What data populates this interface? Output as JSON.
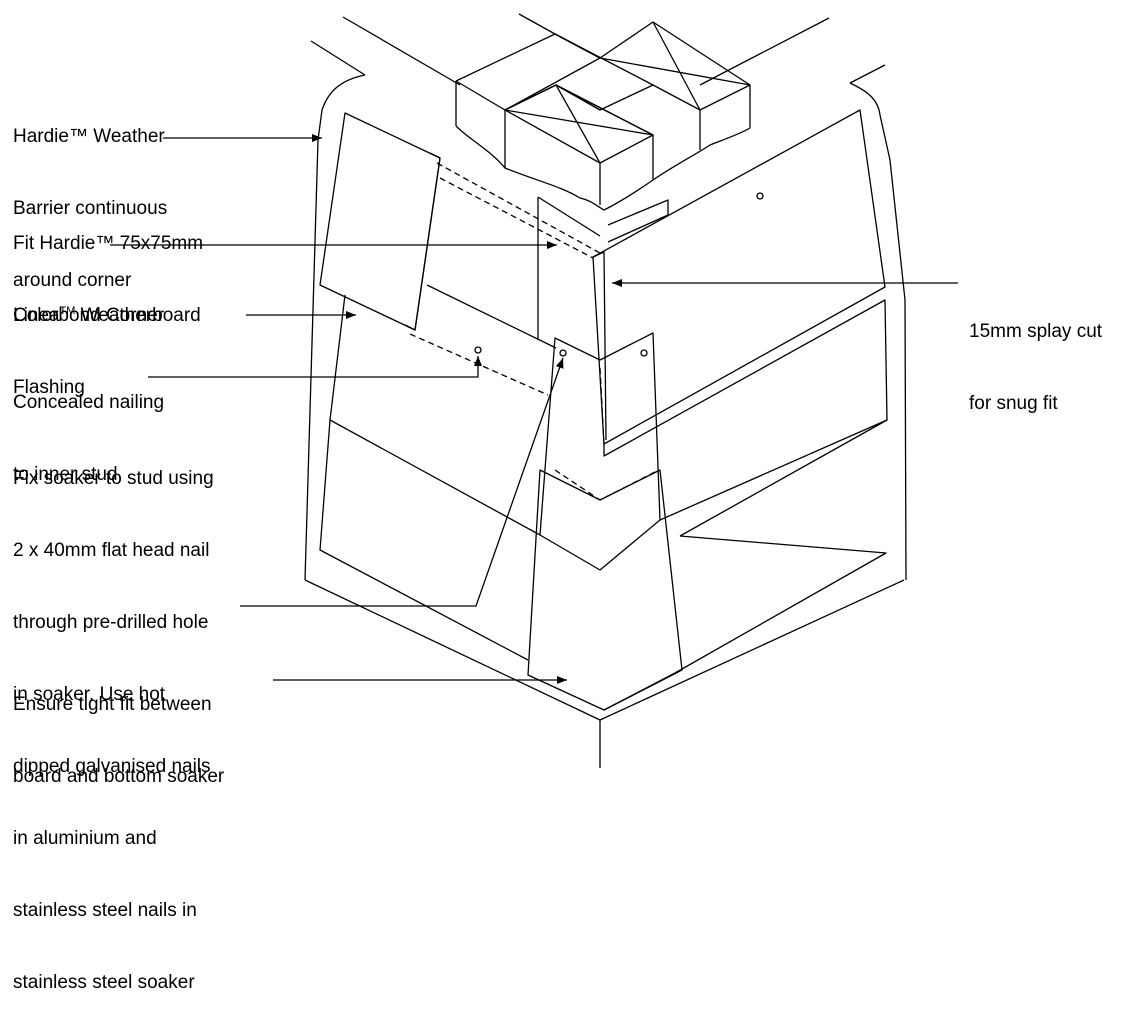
{
  "labels": {
    "weather_barrier": [
      "Hardie™ Weather",
      "Barrier continuous",
      "around corner"
    ],
    "corner_flashing": [
      "Fit Hardie™ 75x75mm",
      "Colorbond Corner",
      "Flashing"
    ],
    "weatherboard": {
      "pre": "Linea",
      "sup": "TM",
      "post": " Weatherboard"
    },
    "concealed_nailing": [
      "Concealed nailing",
      "to inner stud"
    ],
    "fix_soaker": [
      "Fix soaker to stud using",
      "2 x 40mm flat head nail",
      "through pre-drilled hole",
      "in soaker. Use hot",
      "dipped galvanised nails",
      "in aluminium and",
      "stainless steel nails in",
      "stainless steel soaker"
    ],
    "tight_fit": [
      "Ensure tight fit between",
      "board and bottom soaker"
    ],
    "splay_cut": [
      "15mm splay cut",
      "for snug fit"
    ]
  },
  "colors": {
    "line": "#000000",
    "background": "#ffffff"
  }
}
